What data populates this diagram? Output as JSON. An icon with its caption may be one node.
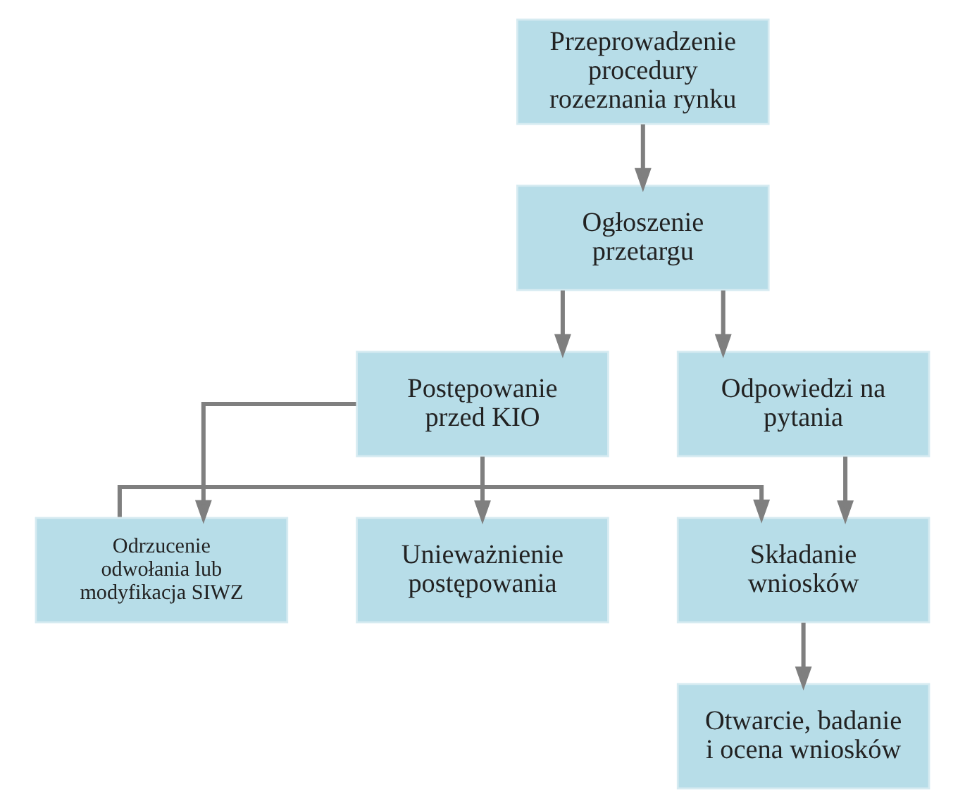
{
  "diagram": {
    "nodes": [
      {
        "text": [
          "Przeprowadzenie procedury rozeznania rynku"
        ]
      },
      {
        "text": [
          "Ogłoszenie przetargu"
        ]
      },
      {
        "text": [
          "Odpowiedzi na pytania"
        ]
      },
      {
        "text": [
          "Postępowanie przed KIO"
        ]
      },
      {
        "text": [
          "Składanie wniosków"
        ]
      },
      {
        "text": [
          "Odrzucenie odwołania lub modyfikacja SIWZ"
        ]
      },
      {
        "text": [
          "Unieważnienie postępowania"
        ]
      },
      {
        "text": [
          "Otwarcie, badanie i ocena wniosków"
        ]
      }
    ],
    "edges": [
      {
        "from": 0,
        "to": 1,
        "arrow": "to"
      },
      {
        "from": 1,
        "to": 2,
        "arrow": "to"
      },
      {
        "from": 1,
        "to": 3,
        "arrow": "to"
      },
      {
        "from": 2,
        "to": 4,
        "arrow": "to"
      },
      {
        "from": 3,
        "to": 5,
        "arrow": "to"
      },
      {
        "from": 3,
        "to": 6,
        "arrow": "to"
      },
      {
        "from": 5,
        "to": 4,
        "arrow": "to"
      },
      {
        "from": 4,
        "to": 7,
        "arrow": "to"
      }
    ]
  }
}
